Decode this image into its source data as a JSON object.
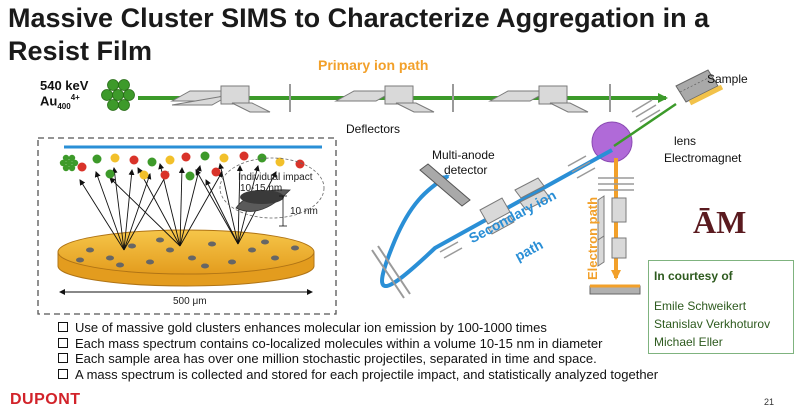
{
  "title": "Massive Cluster SIMS to Characterize Aggregation in a Resist Film",
  "source": {
    "energy": "540 keV",
    "species": "Au",
    "subscript": "400",
    "superscript": "4+"
  },
  "labels": {
    "primary_ion_path": "Primary ion path",
    "sample": "Sample",
    "deflectors": "Deflectors",
    "lens": "lens",
    "electromagnet": "Electromagnet",
    "multi_anode_detector_line1": "Multi-anode",
    "multi_anode_detector_line2": "detector",
    "secondary_ion_path_line1": "Secondary ion",
    "secondary_ion_path_line2": "path",
    "electron_path": "Electron path"
  },
  "inset": {
    "individual_impact_line1": "Individual impact",
    "individual_impact_line2": "10-15 nm",
    "depth": "10 nm",
    "width": "500 μm"
  },
  "credits": {
    "heading": "In courtesy of",
    "names": [
      "Emile Schweikert",
      "Stanislav Verkhoturov",
      "Michael Eller"
    ]
  },
  "bullets": [
    "Use of massive gold clusters enhances molecular ion emission by 100-1000 times",
    "Each mass spectrum contains co-localized molecules within a volume 10-15 nm in diameter",
    "Each sample area has over one million stochastic projectiles, separated in time and space.",
    "A mass spectrum is collected and stored for each projectile impact, and statistically analyzed together"
  ],
  "footer": {
    "logo": "DUPONT",
    "page_number": "21",
    "university_logo": "ĀM"
  },
  "colors": {
    "primary_path": "#3c9a2a",
    "secondary_path": "#2a8fd6",
    "electron_path": "#f2a02a",
    "electromagnet": "#b06ad8",
    "gold_cluster": "#3d9a2a",
    "inset_substrate": "#f0b838",
    "accent_text": "#f2a02a",
    "aggie_maroon": "#5a1a1f",
    "dupont_red": "#d2232a"
  }
}
